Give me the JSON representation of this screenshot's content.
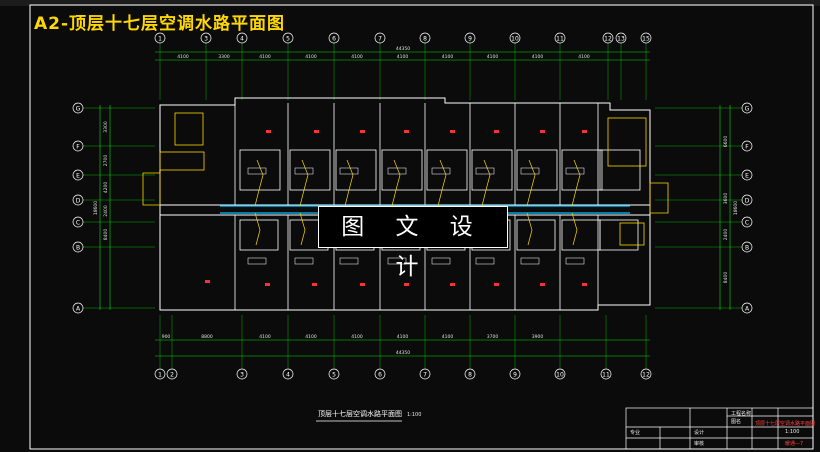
{
  "title": "A2-顶层十七层空调水路平面图",
  "watermark": "图 文 设 计",
  "drawing_caption": "顶层十七层空调水路平面图",
  "drawing_scale": "1:100",
  "colors": {
    "frame": "#ffffff",
    "dim": "#00e000",
    "wall": "#ffffff",
    "pipe": "#00c0ff",
    "accent": "#ffd800",
    "room_code": "#ff3030"
  },
  "top_axes": [
    "1",
    "3",
    "4",
    "5",
    "6",
    "7",
    "8",
    "9",
    "10",
    "11",
    "12",
    "13",
    "15"
  ],
  "bottom_axes": [
    "1",
    "2",
    "3",
    "4",
    "5",
    "6",
    "7",
    "8",
    "9",
    "10",
    "11",
    "12"
  ],
  "side_axes": [
    "G",
    "F",
    "E",
    "D",
    "C",
    "B",
    "A"
  ],
  "top_overall": "44350",
  "bottom_overall": "44350",
  "top_spans": [
    "4100",
    "3300",
    "4100",
    "4100",
    "4100",
    "4100",
    "4100",
    "4100",
    "4100",
    "4100"
  ],
  "bottom_spans": [
    "900",
    "8800",
    "4100",
    "4100",
    "4100",
    "4100",
    "4100",
    "3700",
    "3900"
  ],
  "left_spans": [
    "3300",
    "2700",
    "4200",
    "2400",
    "8400"
  ],
  "left_total": "18600",
  "right_spans": [
    "6600",
    "3600",
    "2400",
    "8400"
  ],
  "right_total": "18600",
  "title_block": {
    "project": "工程名称",
    "drawing": "图名",
    "drawing_name": "顶层十七层空调水路平面图",
    "scale": "1:100",
    "row1": "专业",
    "row2": "设计",
    "row3": "审核",
    "sheet_no": "暖通—7"
  }
}
